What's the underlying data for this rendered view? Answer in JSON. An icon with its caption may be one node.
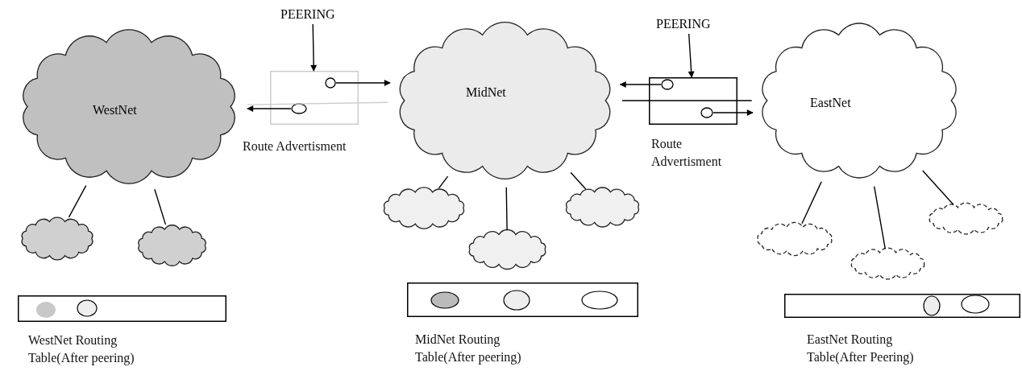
{
  "diagram": {
    "nodes": [
      {
        "text": [
          "WestNet"
        ]
      },
      {
        "text": [
          "MidNet"
        ]
      },
      {
        "text": [
          "EastNet"
        ]
      },
      {
        "text": [],
        "shape": "cloud"
      },
      {
        "text": [],
        "shape": "cloud"
      },
      {
        "text": [],
        "shape": "cloud"
      },
      {
        "text": [],
        "shape": "cloud"
      },
      {
        "text": [],
        "shape": "cloud"
      },
      {
        "text": [],
        "shape": "cloud"
      },
      {
        "text": [],
        "shape": "cloud"
      },
      {
        "text": [],
        "shape": "cloud"
      },
      {
        "text": [
          "PEERING"
        ]
      },
      {
        "text": [],
        "shape": "box"
      },
      {
        "text": [],
        "shape": "circle",
        "in": 12
      },
      {
        "text": [],
        "shape": "circle",
        "in": 12
      },
      {
        "text": [
          "PEERING"
        ]
      },
      {
        "text": [],
        "shape": "box"
      },
      {
        "text": [],
        "shape": "circle",
        "in": 16
      },
      {
        "text": [],
        "shape": "circle",
        "in": 16
      },
      {
        "text": [],
        "shape": "box",
        "beside": [
          "WestNet Routing Table(After peering)"
        ]
      },
      {
        "text": [],
        "shape": "box",
        "beside": [
          "MidNet Routing Table(After peering)"
        ]
      },
      {
        "text": [],
        "shape": "box",
        "beside": [
          "EastNet Routing Table(After Peering)"
        ]
      }
    ],
    "edges": [
      {
        "from": 0,
        "to": 3,
        "arrow": "none"
      },
      {
        "from": 0,
        "to": 4,
        "arrow": "none"
      },
      {
        "from": 1,
        "to": 5,
        "arrow": "none"
      },
      {
        "from": 1,
        "to": 6,
        "arrow": "none"
      },
      {
        "from": 1,
        "to": 7,
        "arrow": "none"
      },
      {
        "from": 2,
        "to": 8,
        "arrow": "none"
      },
      {
        "from": 2,
        "to": 9,
        "arrow": "none"
      },
      {
        "from": 2,
        "to": 10,
        "arrow": "none"
      },
      {
        "from": 11,
        "to": 12,
        "arrow": "to"
      },
      {
        "from": 13,
        "to": 1,
        "arrow": "to"
      },
      {
        "from": 14,
        "to": 0,
        "arrow": "to"
      },
      {
        "from": 0,
        "to": 1,
        "arrow": "none",
        "color": "#cccccc"
      },
      {
        "from": 15,
        "to": 16,
        "arrow": "to"
      },
      {
        "from": 17,
        "to": 1,
        "arrow": "to"
      },
      {
        "from": 18,
        "to": 2,
        "arrow": "to"
      },
      {
        "from": 1,
        "to": 2,
        "arrow": "none"
      }
    ],
    "labels": [
      "Route Advertisment",
      "Route Advertisment"
    ]
  }
}
